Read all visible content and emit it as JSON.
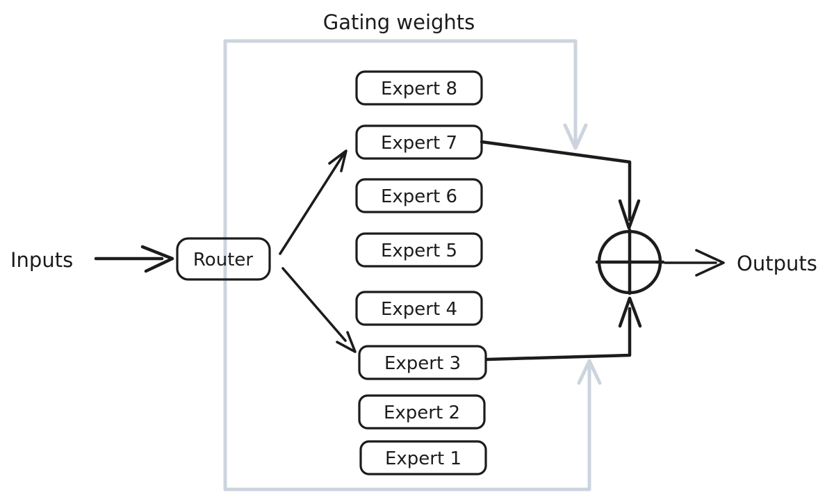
{
  "diagram": {
    "title": "Gating weights",
    "inputs_label": "Inputs",
    "outputs_label": "Outputs",
    "router": {
      "label": "Router"
    },
    "experts": [
      {
        "label": "Expert 8"
      },
      {
        "label": "Expert 7"
      },
      {
        "label": "Expert 6"
      },
      {
        "label": "Expert 5"
      },
      {
        "label": "Expert 4"
      },
      {
        "label": "Expert 3"
      },
      {
        "label": "Expert 2"
      },
      {
        "label": "Expert 1"
      }
    ],
    "routed_experts": [
      "Expert 7",
      "Expert 3"
    ],
    "sum_node_symbol": "⊕",
    "colors": {
      "ink": "#1c1c1c",
      "gating_path": "#ccd4de",
      "background": "#ffffff"
    }
  }
}
